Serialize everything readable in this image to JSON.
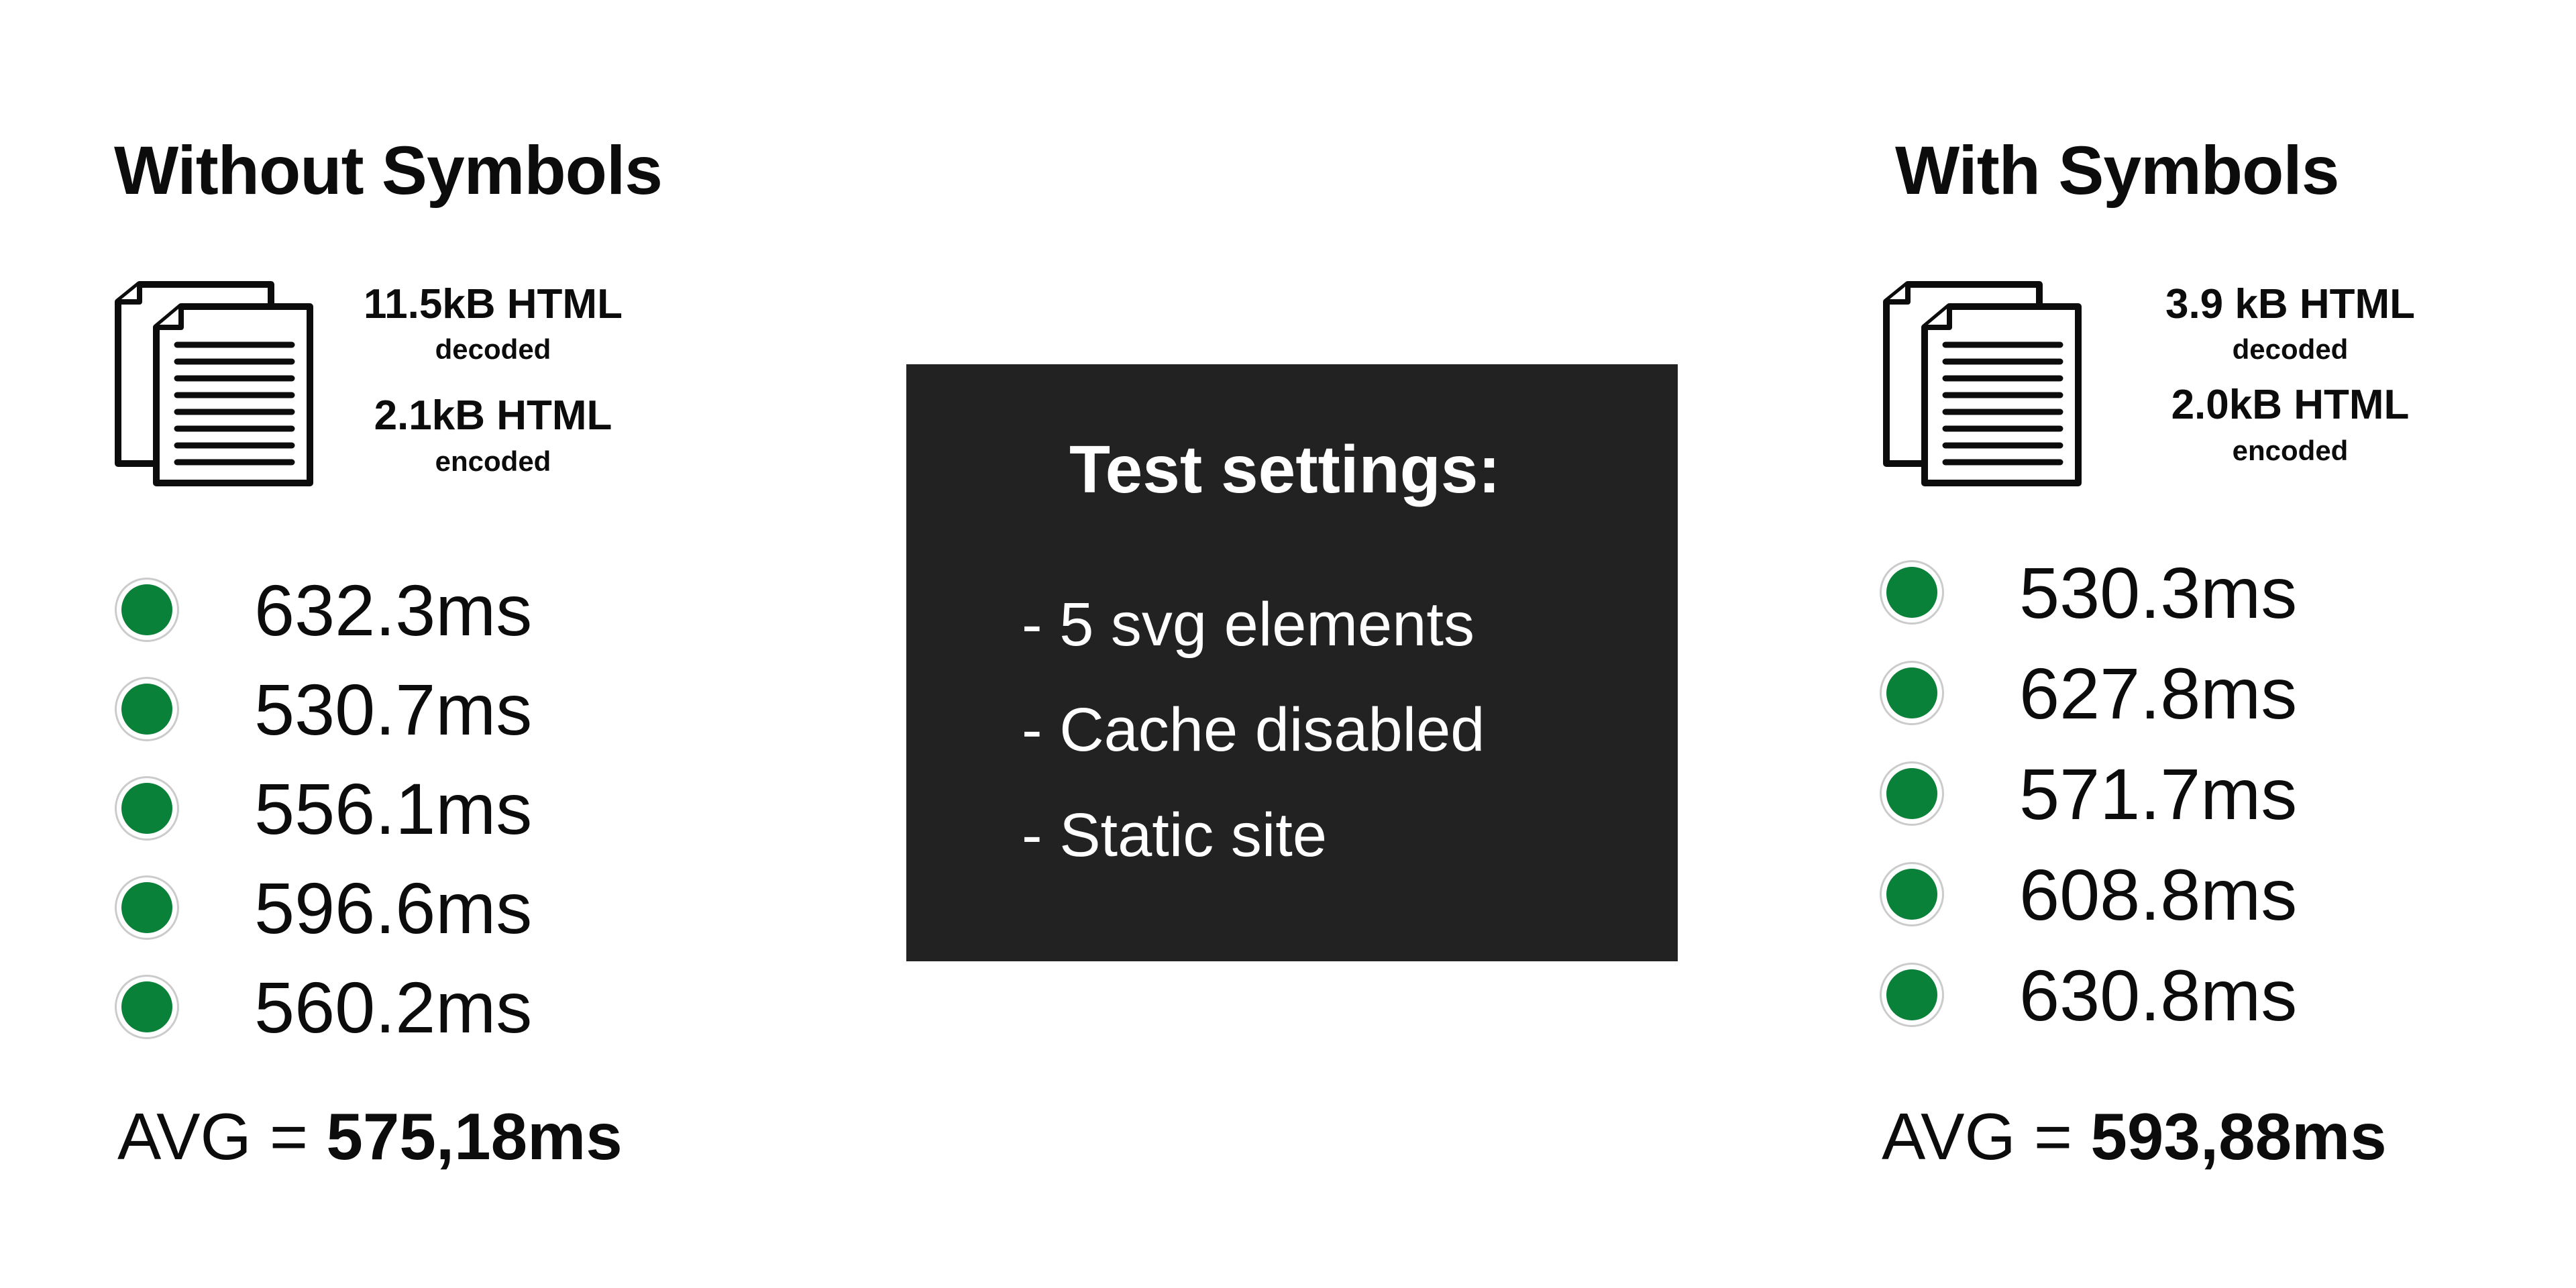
{
  "colors": {
    "background": "#ffffff",
    "text": "#0c0c0c",
    "dot_green": "#0a8138",
    "dot_ring": "#cbcbcb",
    "box_background": "#222222",
    "box_text": "#ffffff"
  },
  "left": {
    "title": "Without Symbols",
    "sizes": [
      {
        "value": "11.5kB HTML",
        "label": "decoded"
      },
      {
        "value": "2.1kB HTML",
        "label": "encoded"
      }
    ],
    "timings": [
      "632.3ms",
      "530.7ms",
      "556.1ms",
      "596.6ms",
      "560.2ms"
    ],
    "avg_label": "AVG = ",
    "avg_value": "575,18ms"
  },
  "center": {
    "title": "Test settings:",
    "items": [
      "- 5 svg elements",
      "- Cache disabled",
      "- Static site"
    ]
  },
  "right": {
    "title": "With Symbols",
    "sizes": [
      {
        "value": "3.9 kB HTML",
        "label": "decoded"
      },
      {
        "value": "2.0kB HTML",
        "label": "encoded"
      }
    ],
    "timings": [
      "530.3ms",
      "627.8ms",
      "571.7ms",
      "608.8ms",
      "630.8ms"
    ],
    "avg_label": "AVG = ",
    "avg_value": "593,88ms"
  }
}
